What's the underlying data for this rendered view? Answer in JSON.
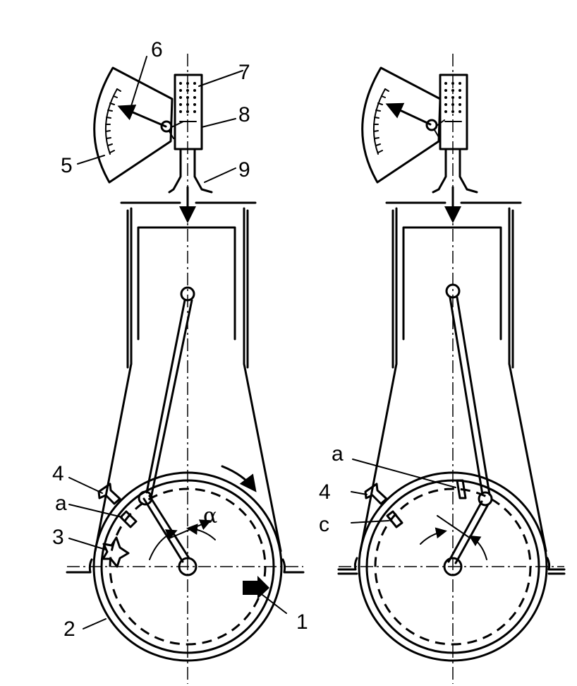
{
  "labels": {
    "n1": "1",
    "n2": "2",
    "n3": "3",
    "n4": "4",
    "n5": "5",
    "n6": "6",
    "n7": "7",
    "n8": "8",
    "n9": "9",
    "a_left": "a",
    "alpha": "α",
    "a_right": "a",
    "n4_right": "4",
    "c_right": "c"
  },
  "colors": {
    "line": "#000000",
    "background": "#ffffff"
  }
}
